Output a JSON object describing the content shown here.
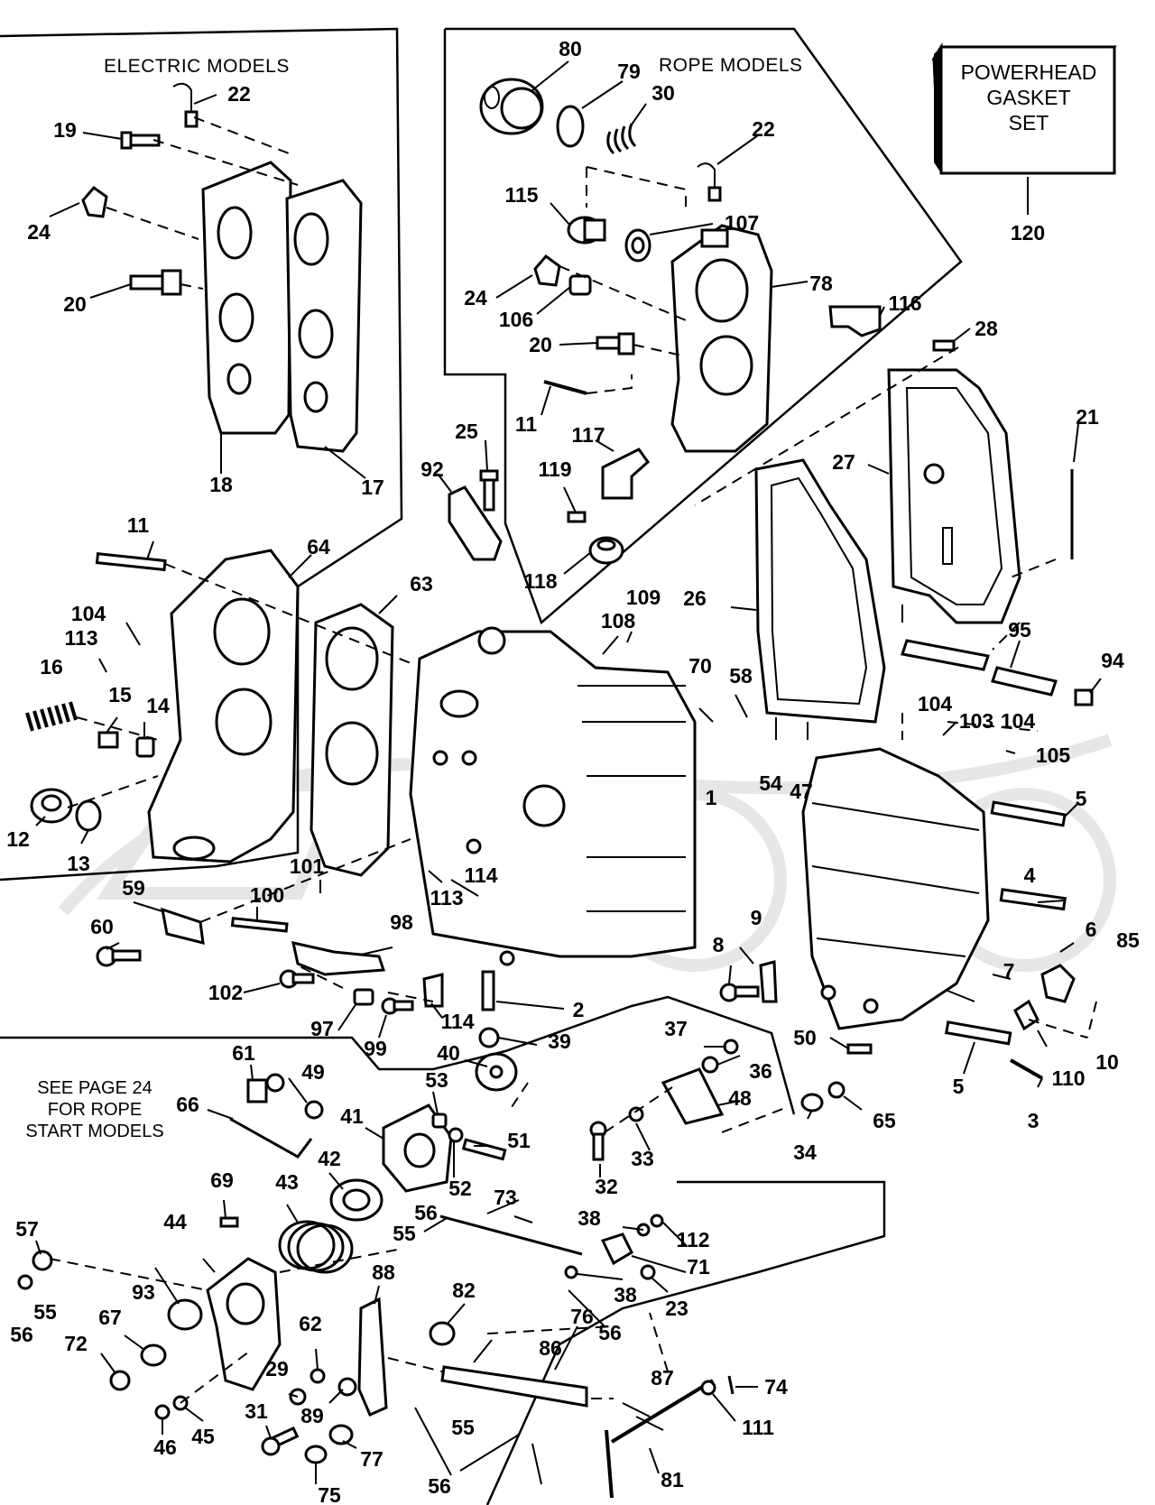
{
  "headings": {
    "electric": "ELECTRIC MODELS",
    "rope": "ROPE MODELS"
  },
  "gasket_set": {
    "line1": "POWERHEAD",
    "line2": "GASKET",
    "line3": "SET",
    "number": "120"
  },
  "note": {
    "line1": "SEE PAGE 24",
    "line2": "FOR ROPE",
    "line3": "START MODELS"
  },
  "labels": {
    "l1": "1",
    "l2": "2",
    "l3": "3",
    "l4": "4",
    "l5a": "5",
    "l5b": "5",
    "l6": "6",
    "l7": "7",
    "l8": "8",
    "l9": "9",
    "l10": "10",
    "l11a": "11",
    "l11b": "11",
    "l12": "12",
    "l13": "13",
    "l14": "14",
    "l15": "15",
    "l16": "16",
    "l17": "17",
    "l18": "18",
    "l19": "19",
    "l20a": "20",
    "l20b": "20",
    "l21": "21",
    "l22a": "22",
    "l22b": "22",
    "l23": "23",
    "l24a": "24",
    "l24b": "24",
    "l25": "25",
    "l26": "26",
    "l27": "27",
    "l28": "28",
    "l29": "29",
    "l30": "30",
    "l31": "31",
    "l32": "32",
    "l33": "33",
    "l34": "34",
    "l36": "36",
    "l37": "37",
    "l38a": "38",
    "l38b": "38",
    "l39": "39",
    "l40": "40",
    "l41": "41",
    "l42": "42",
    "l43": "43",
    "l44": "44",
    "l45": "45",
    "l46": "46",
    "l47": "47",
    "l48": "48",
    "l49": "49",
    "l50": "50",
    "l51": "51",
    "l52": "52",
    "l53": "53",
    "l54": "54",
    "l55a": "55",
    "l55b": "55",
    "l55c": "55",
    "l56a": "56",
    "l56b": "56",
    "l56c": "56",
    "l56d": "56",
    "l57": "57",
    "l58": "58",
    "l59": "59",
    "l60": "60",
    "l61": "61",
    "l62": "62",
    "l63": "63",
    "l64": "64",
    "l65": "65",
    "l66": "66",
    "l67": "67",
    "l69": "69",
    "l70": "70",
    "l71": "71",
    "l72": "72",
    "l73": "73",
    "l74": "74",
    "l75": "75",
    "l76": "76",
    "l77": "77",
    "l78": "78",
    "l79": "79",
    "l80": "80",
    "l81": "81",
    "l82": "82",
    "l85": "85",
    "l86": "86",
    "l87": "87",
    "l88": "88",
    "l89": "89",
    "l92": "92",
    "l93": "93",
    "l94": "94",
    "l95": "95",
    "l97": "97",
    "l98": "98",
    "l99": "99",
    "l100": "100",
    "l101": "101",
    "l102": "102",
    "l103": "103",
    "l104a": "104",
    "l104b": "104",
    "l104c": "104",
    "l105": "105",
    "l106": "106",
    "l107": "107",
    "l108": "108",
    "l109": "109",
    "l110": "110",
    "l111": "111",
    "l112": "112",
    "l113a": "113",
    "l113b": "113",
    "l114a": "114",
    "l114b": "114",
    "l115": "115",
    "l116": "116",
    "l117": "117",
    "l118": "118",
    "l119": "119"
  }
}
